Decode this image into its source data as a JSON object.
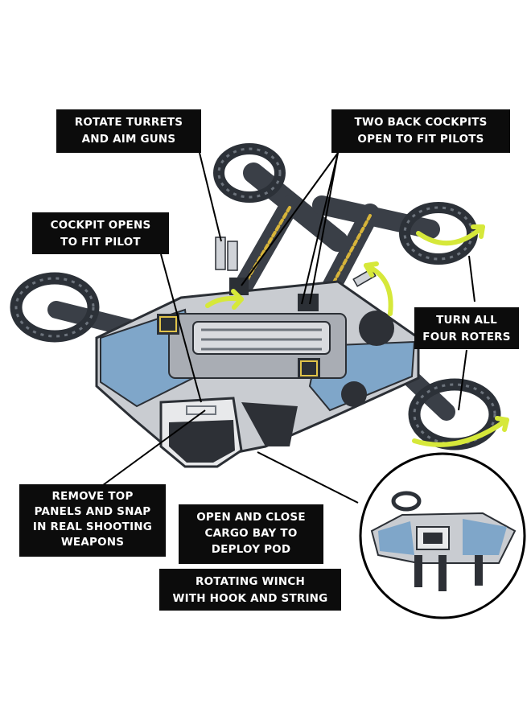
{
  "callouts": {
    "rotate_turrets": [
      "ROTATE TURRETS",
      "AND AIM GUNS"
    ],
    "back_cockpits": [
      "TWO BACK COCKPITS",
      "OPEN TO FIT PILOTS"
    ],
    "cockpit_opens": [
      "COCKPIT OPENS",
      "TO FIT PILOT"
    ],
    "turn_rotors": [
      "TURN ALL",
      "FOUR ROTERS"
    ],
    "remove_panels": [
      "REMOVE  TOP",
      "PANELS AND SNAP",
      "IN REAL SHOOTING",
      "WEAPONS"
    ],
    "cargo_bay": [
      "OPEN AND CLOSE",
      "CARGO BAY TO",
      "DEPLOY POD"
    ],
    "winch": [
      "ROTATING WINCH",
      "WITH HOOK AND STRING"
    ]
  },
  "colors": {
    "label_bg": "#0c0c0c",
    "label_text": "#ffffff",
    "arrow": "#d6e83a",
    "hull_light": "#c9ccd1",
    "hull_blue": "#7fa6c9",
    "hull_dark": "#2b2f35",
    "accent_yellow": "#e0c34a"
  },
  "icons": [
    "rotate-arrow-icon"
  ]
}
